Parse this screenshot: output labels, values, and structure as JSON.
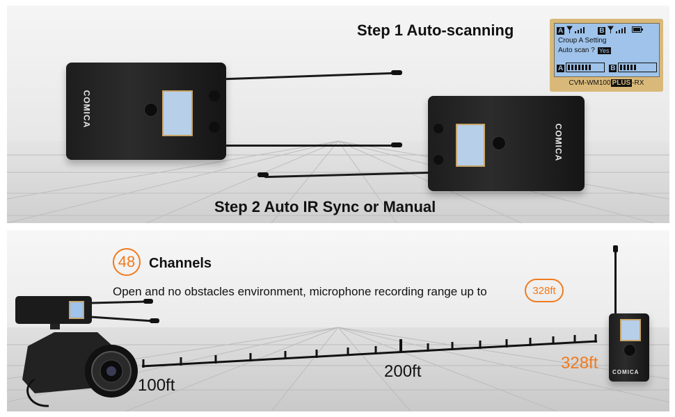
{
  "top": {
    "step1": "Step 1 Auto-scanning",
    "step2": "Step 2  Auto IR Sync or Manual",
    "device_brand": "COMICA",
    "lcd": {
      "ch_a": "A",
      "ch_b": "B",
      "line1": "Croup A Setting",
      "line2": "Auto scan ?",
      "yes": "Yes",
      "meter_a": "A",
      "meter_b": "B",
      "model_prefix": "CVM-WM100",
      "model_plus": "PLUS",
      "model_suffix": "-RX"
    }
  },
  "bottom": {
    "channels_number": "48",
    "channels_label": "Channels",
    "range_text": "Open and no obstacles environment, microphone recording range up to",
    "range_badge": "328ft",
    "ruler_labels": {
      "start": "100ft",
      "mid": "200ft",
      "end": "328ft"
    },
    "device_brand": "COMICA",
    "accent": "#f07a1e"
  }
}
